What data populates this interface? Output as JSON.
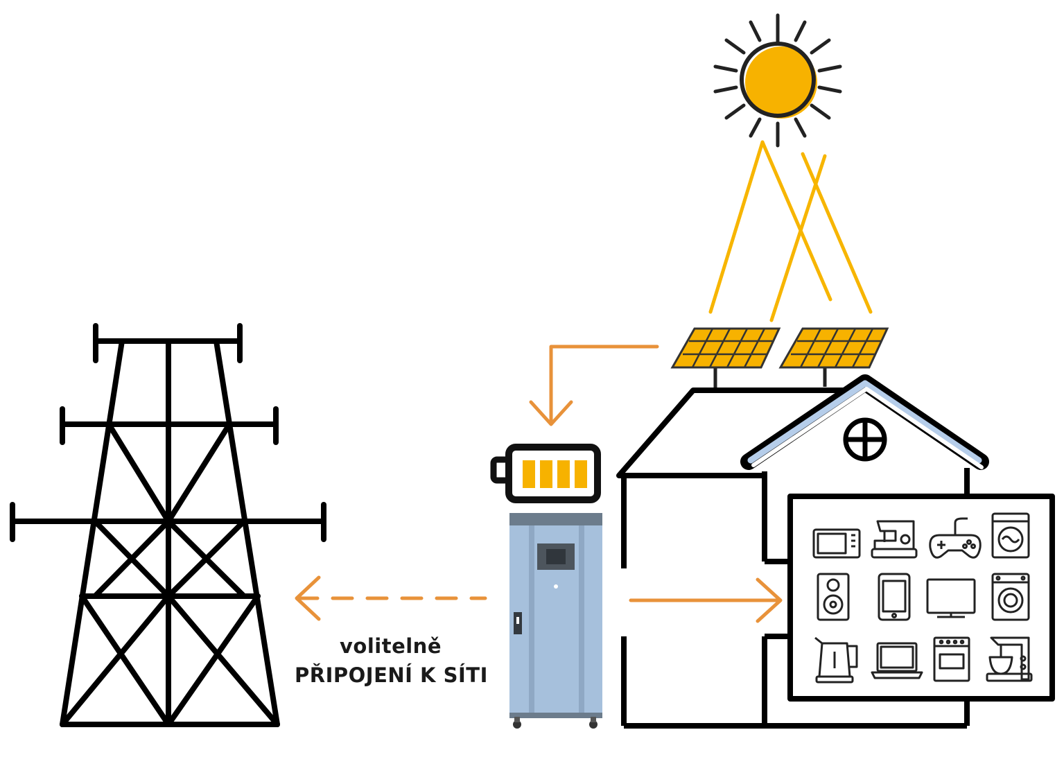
{
  "caption": {
    "line1": "volitelně",
    "line2": "PŘIPOJENÍ K SÍTI"
  },
  "colors": {
    "sun": "#f7b200",
    "ray_beam": "#f7b500",
    "flow_arrow": "#e8923a",
    "panel": "#f7b200",
    "cabinet": "#a6c0dc",
    "roof_highlight": "#b5cdea",
    "line": "#000000"
  },
  "icons": [
    "sun-icon",
    "solar-panel-icon",
    "battery-icon",
    "inverter-cabinet-icon",
    "power-pylon-icon",
    "house-icon",
    "microwave-icon",
    "sewing-machine-icon",
    "gamepad-icon",
    "washing-machine-icon",
    "speaker-icon",
    "tablet-icon",
    "tv-icon",
    "dryer-icon",
    "kettle-icon",
    "laptop-icon",
    "oven-icon",
    "stand-mixer-icon"
  ],
  "battery": {
    "charge_segments": 4,
    "charge_segments_total": 4
  }
}
